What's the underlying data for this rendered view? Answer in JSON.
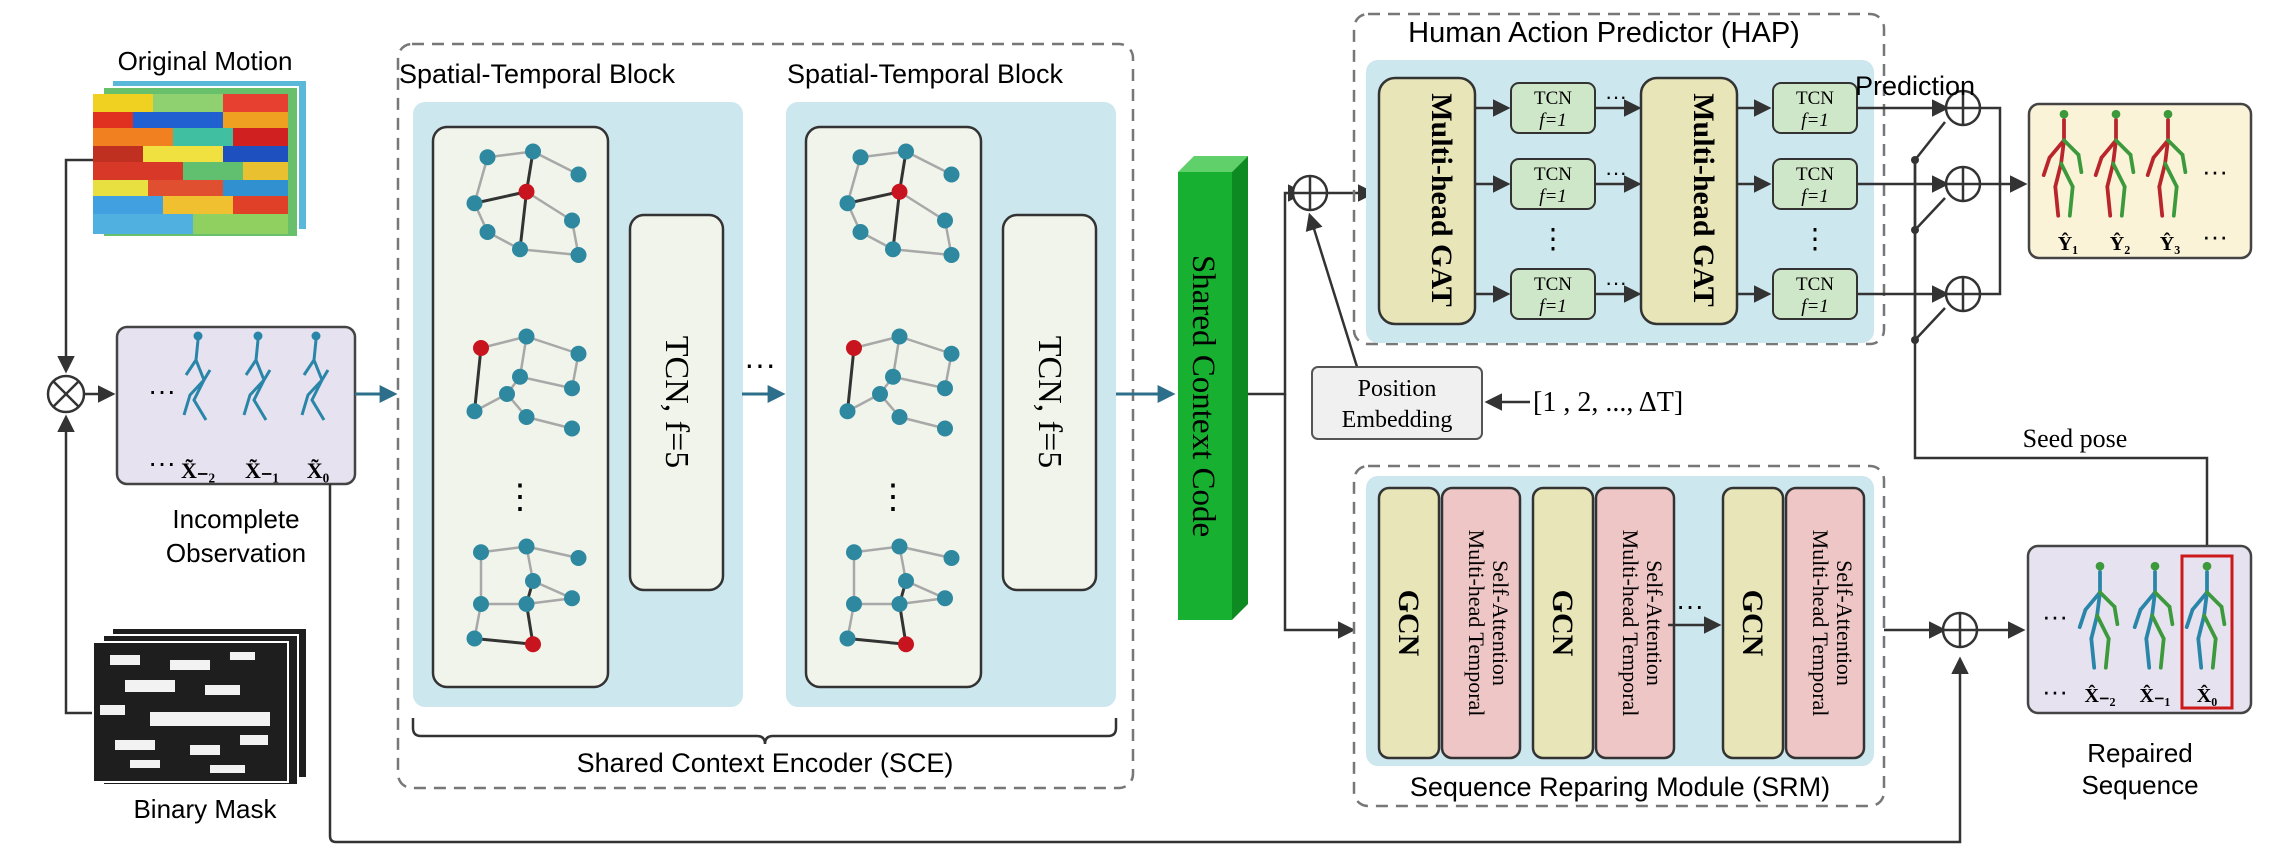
{
  "inputs": {
    "original_motion": "Original Motion",
    "incomplete_observation_l1": "Incomplete",
    "incomplete_observation_l2": "Observation",
    "binary_mask": "Binary Mask",
    "obs_labels": [
      "X̃₋₂",
      "X̃₋₁",
      "X̃₀"
    ],
    "ellipsis": "···"
  },
  "sce": {
    "block1_title": "Spatial-Temporal Block",
    "block2_title": "Spatial-Temporal Block",
    "tcn_label": "TCN, f=5",
    "between_dots": "···",
    "graph_dots": "⋮",
    "caption": "Shared Context Encoder (SCE)"
  },
  "shared_code": "Shared Context Code",
  "position_embedding": {
    "line1": "Position",
    "line2": "Embedding",
    "sequence": "[1 , 2, ..., ΔT]"
  },
  "hap": {
    "title": "Human Action Predictor (HAP)",
    "gat1": "Multi-head GAT",
    "gat2": "Multi-head GAT",
    "tcn_top": "TCN",
    "tcn_bottom": "f=1",
    "dots_h": "···",
    "dots_v": "⋮"
  },
  "prediction": {
    "title": "Prediction",
    "labels": [
      "Ŷ₁",
      "Ŷ₂",
      "Ŷ₃"
    ],
    "dots": "···"
  },
  "seed_pose": "Seed pose",
  "srm": {
    "caption": "Sequence Reparing Module (SRM)",
    "gcn": "GCN",
    "attn_l1": "Multi-head Temporal",
    "attn_l2": "Self-Attention",
    "dots": "···"
  },
  "repaired": {
    "line1": "Repaired",
    "line2": "Sequence",
    "labels": [
      "X̂₋₂",
      "X̂₋₁",
      "X̂₀"
    ],
    "dots": "···"
  },
  "colors": {
    "arrow": "#2d6f8a",
    "node": "#2e88a0",
    "node_red": "#c8141e",
    "panel_blue": "#cde7ef",
    "graph_bg": "#f1f4ea",
    "module_yellow": "#e8e6b8",
    "module_green": "#cfe7c9",
    "module_pink": "#efc6c6",
    "code_green": "#18b030",
    "skeleton_green": "#3c9a3c",
    "skeleton_red": "#b8262c",
    "skeleton_blue": "#2a86a8"
  }
}
